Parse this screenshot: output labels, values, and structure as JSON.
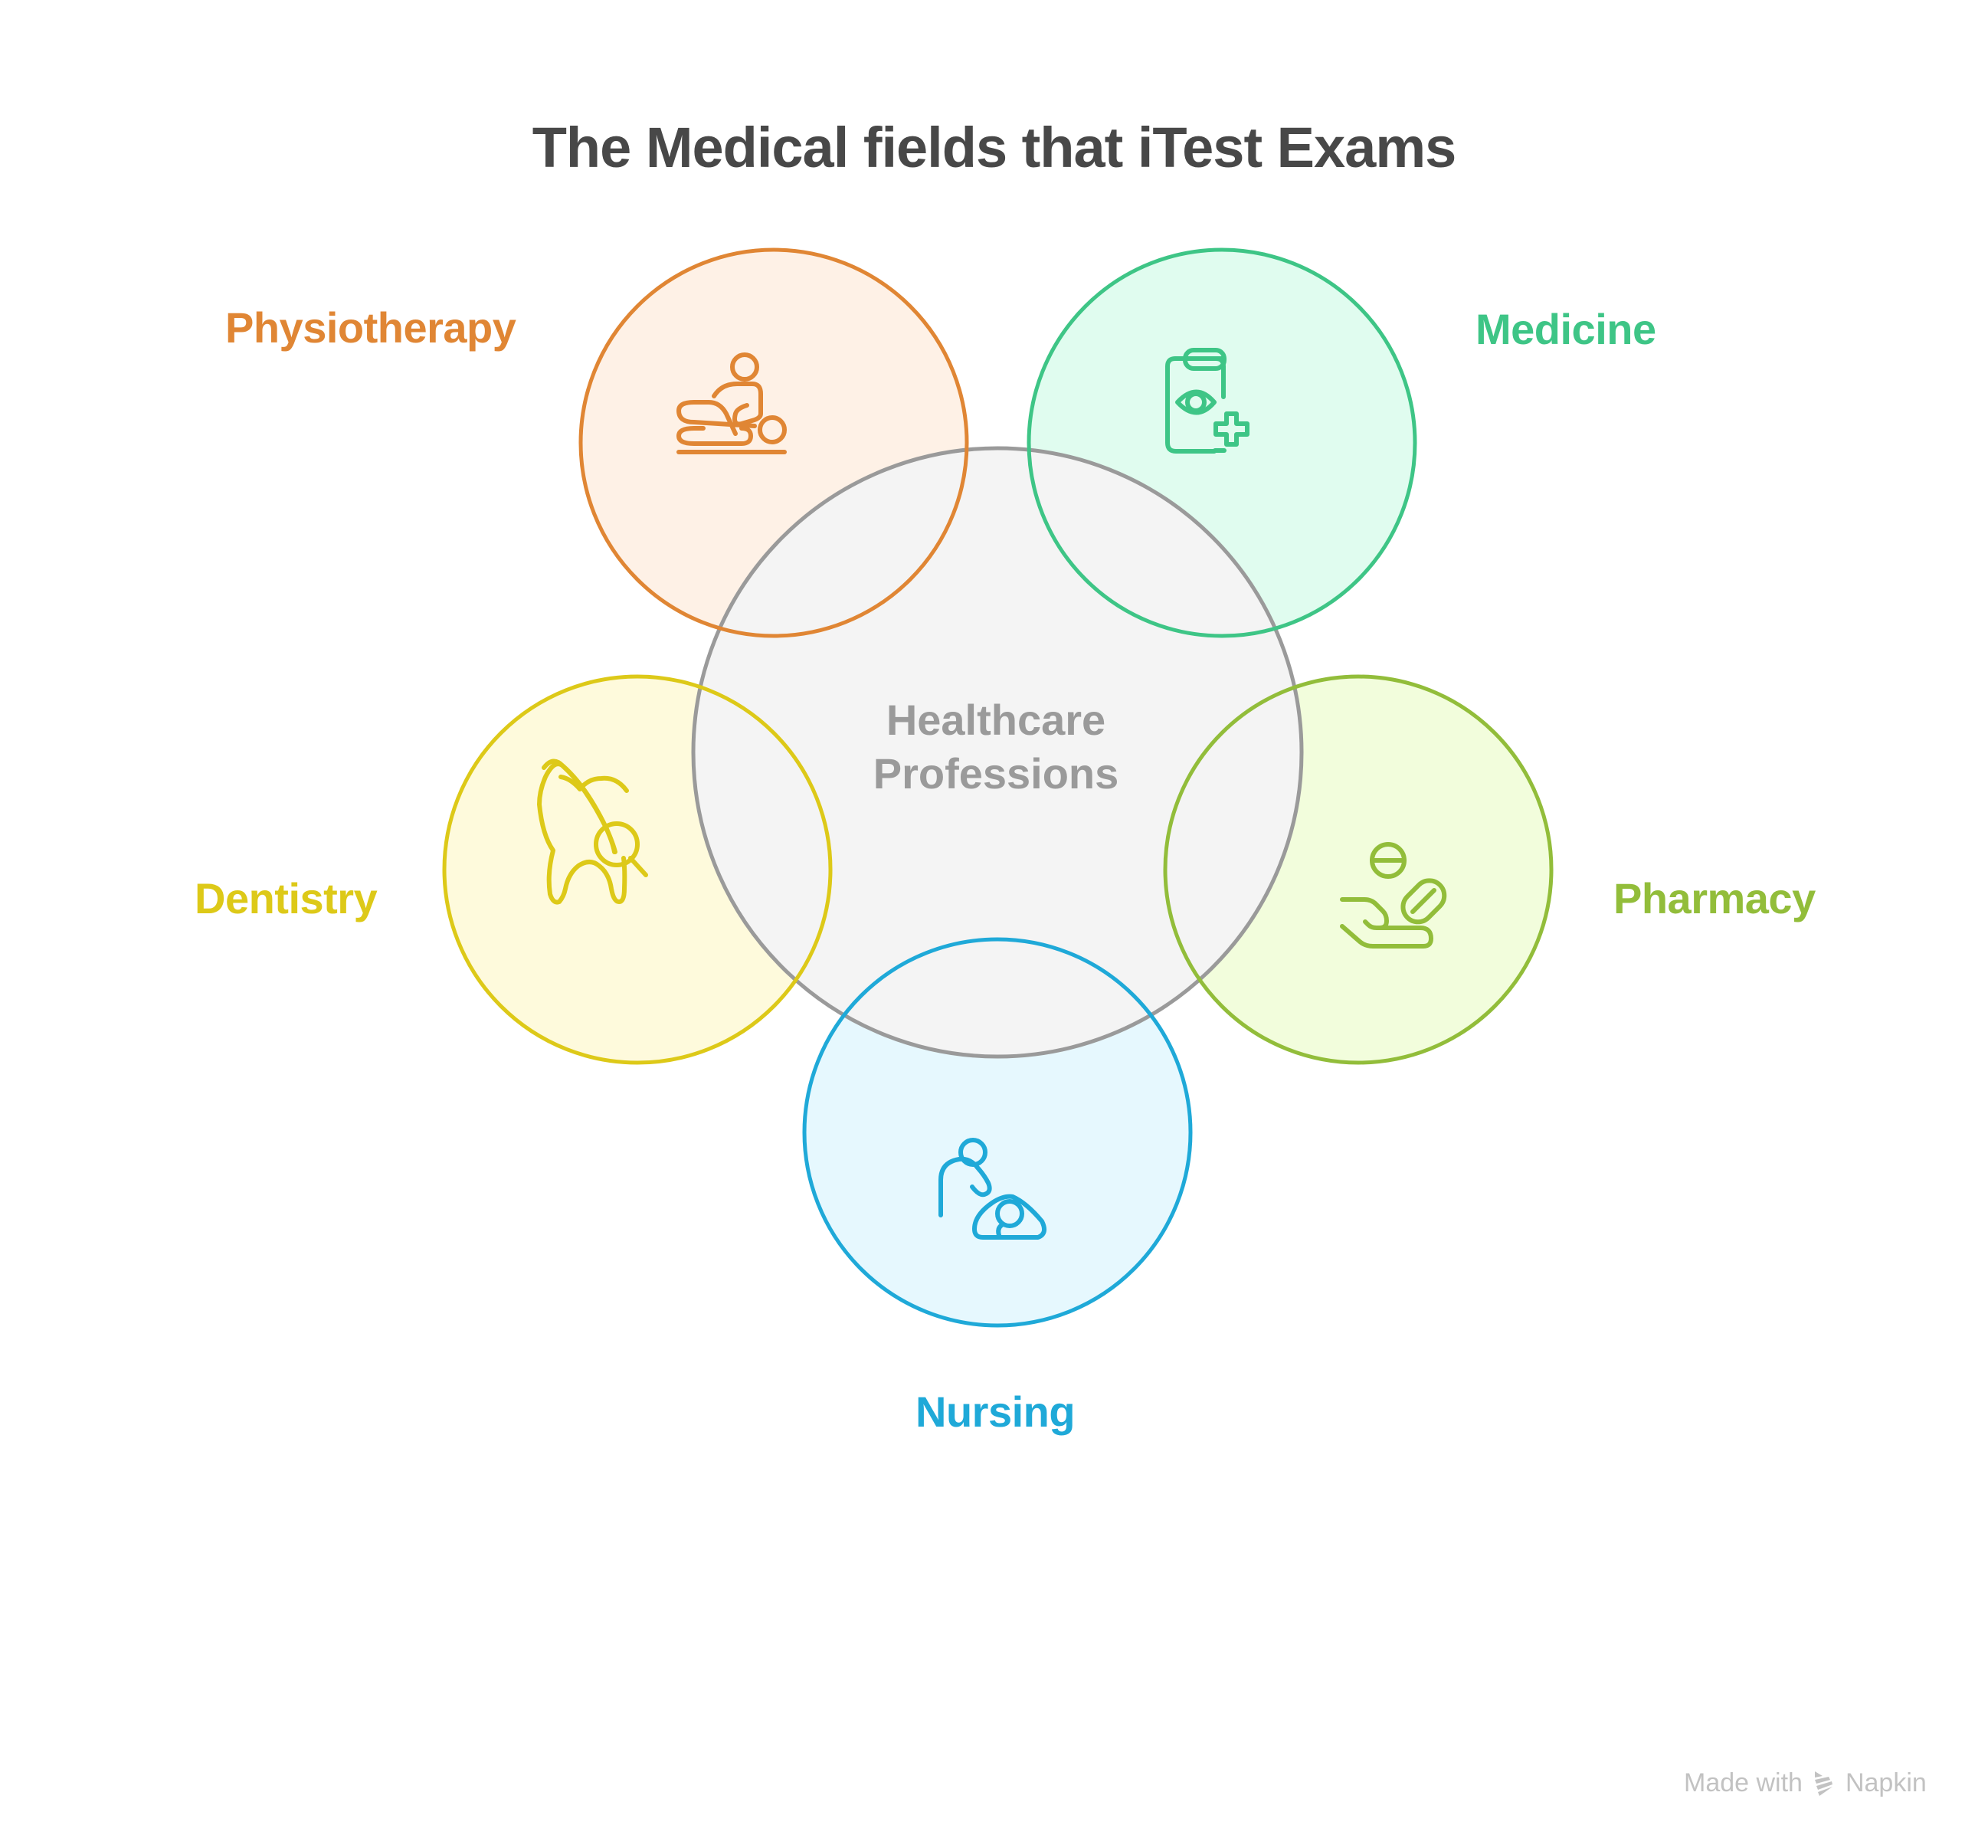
{
  "title": "The Medical fields that iTest Exams",
  "center": {
    "line1": "Healthcare",
    "line2": "Professions",
    "fill": "#f4f4f4",
    "stroke": "#9a9a9a"
  },
  "fields": [
    {
      "id": "physiotherapy",
      "label": "Physiotherapy",
      "icon": "massage-therapy-icon",
      "stroke": "#e08634",
      "fill": "#fef1e6"
    },
    {
      "id": "medicine",
      "label": "Medicine",
      "icon": "clipboard-eye-medical-cross-icon",
      "stroke": "#3ec586",
      "fill": "#e0fcef"
    },
    {
      "id": "dentistry",
      "label": "Dentistry",
      "icon": "tooth-magnifier-icon",
      "stroke": "#ddc918",
      "fill": "#fefadc"
    },
    {
      "id": "pharmacy",
      "label": "Pharmacy",
      "icon": "hand-pills-icon",
      "stroke": "#92bd3a",
      "fill": "#f2fddc"
    },
    {
      "id": "nursing",
      "label": "Nursing",
      "icon": "nurse-baby-care-icon",
      "stroke": "#1fa9d8",
      "fill": "#e6f8fe"
    }
  ],
  "watermark": {
    "prefix": "Made with",
    "brand": "Napkin",
    "icon": "napkin-logo-icon"
  }
}
